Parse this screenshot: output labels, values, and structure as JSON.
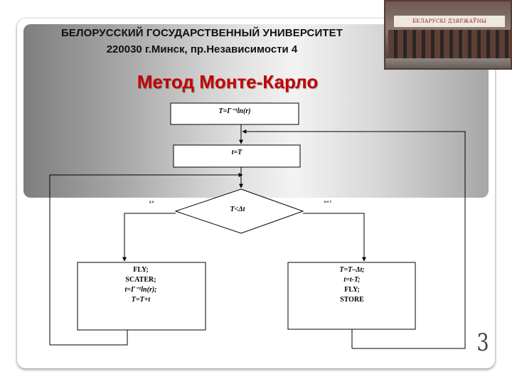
{
  "header": {
    "university": "БЕЛОРУССКИЙ ГОСУДАРСТВЕННЫЙ УНИВЕРСИТЕТ",
    "address": "220030 г.Минск, пр.Независимости 4",
    "photo_sign": "БЕЛАРУСКІ ДЗЯРЖАЎНЫ УНІВЕРСІТЭТ"
  },
  "title": "Метод Монте-Карло",
  "flowchart": {
    "box_top": "T=Г⁻¹ln(r)",
    "box_assign": "t=T",
    "decision": "T<Δt",
    "yes_label": "д а",
    "no_label": "н е т",
    "box_left": [
      "FLY;",
      "SCATER;",
      "t=Г⁻¹ln(r);",
      "T=T+t"
    ],
    "box_right": [
      "T=T–Δt;",
      "t=t-T;",
      "FLY;",
      "STORE"
    ]
  },
  "page_number": "3"
}
